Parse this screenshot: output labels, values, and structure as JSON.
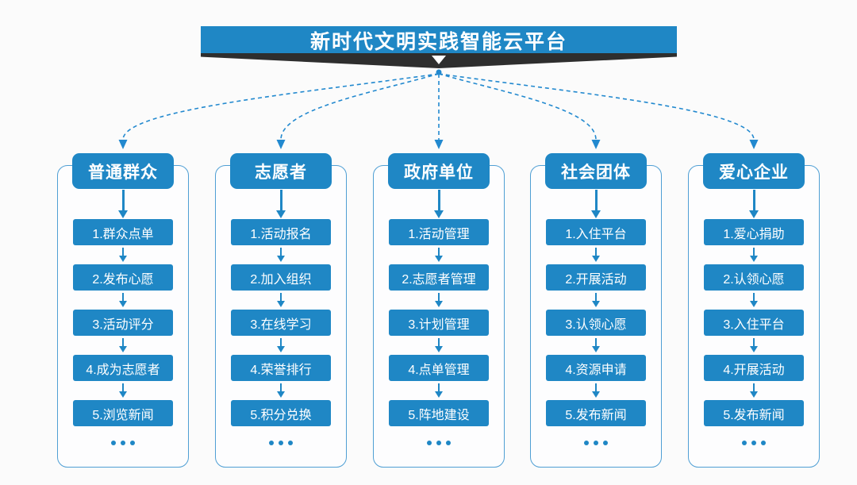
{
  "title": "新时代文明实践智能云平台",
  "colors": {
    "primary": "#1f87c5",
    "dash": "#2289cf",
    "frame": "#4f9fd4",
    "ribbon": "#2e2e2e",
    "bg": "#fbfbfb",
    "text_on_primary": "#ffffff"
  },
  "columns": [
    {
      "name": "general-public",
      "header": "普通群众",
      "steps": [
        "1.群众点单",
        "2.发布心愿",
        "3.活动评分",
        "4.成为志愿者",
        "5.浏览新闻"
      ],
      "ellipsis": "..."
    },
    {
      "name": "volunteer",
      "header": "志愿者",
      "steps": [
        "1.活动报名",
        "2.加入组织",
        "3.在线学习",
        "4.荣誉排行",
        "5.积分兑换"
      ],
      "ellipsis": "..."
    },
    {
      "name": "government-unit",
      "header": "政府单位",
      "steps": [
        "1.活动管理",
        "2.志愿者管理",
        "3.计划管理",
        "4.点单管理",
        "5.阵地建设"
      ],
      "ellipsis": "..."
    },
    {
      "name": "social-group",
      "header": "社会团体",
      "steps": [
        "1.入住平台",
        "2.开展活动",
        "3.认领心愿",
        "4.资源申请",
        "5.发布新闻"
      ],
      "ellipsis": "..."
    },
    {
      "name": "caring-enterprise",
      "header": "爱心企业",
      "steps": [
        "1.爱心捐助",
        "2.认领心愿",
        "3.入住平台",
        "4.开展活动",
        "5.发布新闻"
      ],
      "ellipsis": "..."
    }
  ]
}
